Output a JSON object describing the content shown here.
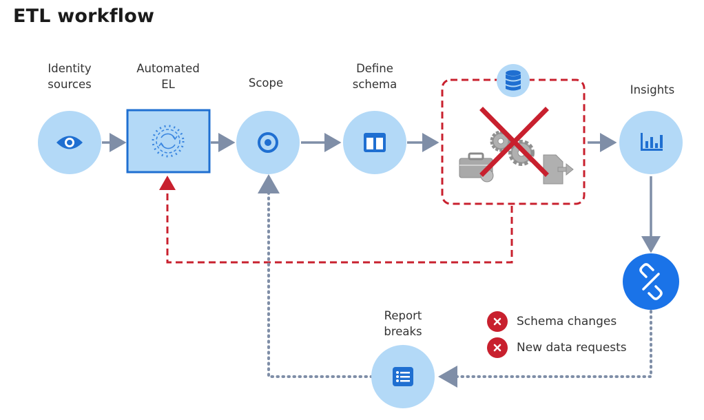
{
  "title": "ETL workflow",
  "nodes": {
    "identity_sources": "Identity\nsources",
    "automated_el": "Automated\nEL",
    "scope": "Scope",
    "define_schema": "Define\nschema",
    "insights": "Insights",
    "report_breaks": "Report\nbreaks"
  },
  "legend": {
    "schema_changes": "Schema changes",
    "new_data_requests": "New data requests"
  },
  "colors": {
    "node_fill": "#b3d9f7",
    "icon_blue": "#1f6fd1",
    "arrow_grey": "#7f8ea7",
    "dashed_red": "#c8202e",
    "broken_blue": "#1a73e8"
  },
  "icons": {
    "identity_sources": "eye-icon",
    "automated_el": "gear-sync-icon",
    "scope": "target-icon",
    "define_schema": "columns-icon",
    "transform": "database-icon",
    "insights": "bar-chart-icon",
    "broken": "broken-link-icon",
    "report_breaks": "list-icon"
  }
}
